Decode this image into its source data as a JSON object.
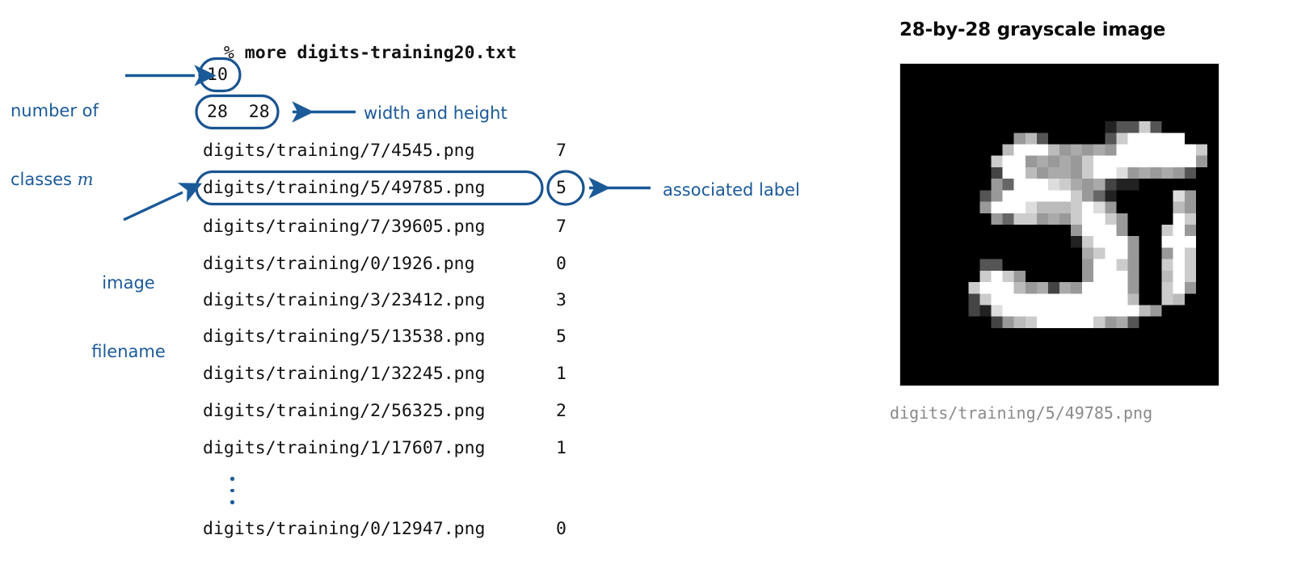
{
  "terminal": {
    "prompt": "%",
    "command": "more digits-training20.txt",
    "num_classes": "10",
    "dimensions": "28  28",
    "rows": [
      {
        "path": "digits/training/7/4545.png",
        "label": "7",
        "highlighted": false
      },
      {
        "path": "digits/training/5/49785.png",
        "label": "5",
        "highlighted": true
      },
      {
        "path": "digits/training/7/39605.png",
        "label": "7",
        "highlighted": false
      },
      {
        "path": "digits/training/0/1926.png",
        "label": "0",
        "highlighted": false
      },
      {
        "path": "digits/training/3/23412.png",
        "label": "3",
        "highlighted": false
      },
      {
        "path": "digits/training/5/13538.png",
        "label": "5",
        "highlighted": false
      },
      {
        "path": "digits/training/1/32245.png",
        "label": "1",
        "highlighted": false
      },
      {
        "path": "digits/training/2/56325.png",
        "label": "2",
        "highlighted": false
      },
      {
        "path": "digits/training/1/17607.png",
        "label": "1",
        "highlighted": false
      }
    ],
    "ellipsis": "⋮",
    "last_row": {
      "path": "digits/training/0/12947.png",
      "label": "0"
    }
  },
  "annotations": {
    "num_classes": {
      "line1": "number of",
      "line2": "classes ",
      "italic": "m"
    },
    "width_height": "width and height",
    "associated_label": "associated label",
    "image_filename": {
      "line1": "image",
      "line2": "filename"
    }
  },
  "image_panel": {
    "title": "28-by-28 grayscale image",
    "caption": "digits/training/5/49785.png",
    "width": 28,
    "height": 28
  },
  "colors": {
    "annotation_blue": "#1b5a99",
    "highlight_stroke": "#1a5490",
    "text_black": "#111111",
    "caption_gray": "#8a8a8a",
    "image_background": "#000000",
    "page_background": "#ffffff"
  },
  "pixels": [
    "0000000000000000000000000000",
    "0000000000000000000000000000",
    "0000000000000000000000000000",
    "0000000000000000000000000000",
    "0000000000000000000000000000",
    "000000000000000000255c500000",
    "00000000009b5000005cfffff000",
    "000000000bfffb9a9a9fffffffc0",
    "00000000cff9a9a9cfffffffff90",
    "000000004ffb9aa9cffd9a9a9500",
    "0000000096fffdca9a42200000000",
    "000000059ffffffc96200000d900",
    "00000009fffdbbbcfd900000b900",
    "0000000096cc9a9cffc90000fc00",
    "0000000000000009fff9000cf900",
    "0000000000000002cfff900fff00",
    "0000000000000000acff9009fc00",
    "00000005500000009ffc900cfc00",
    "0000000cfc9000009fff900bfc00",
    "000000cfffb9a4a9ffff900cf900",
    "0000004cffffffffffffb00cb000",
    "00000042dffffffffffffb900000",
    "0000000049bcfffffc9a500000000",
    "0000000000000000000000000000",
    "0000000000000000000000000000",
    "0000000000000000000000000000",
    "0000000000000000000000000000",
    "0000000000000000000000000000"
  ]
}
